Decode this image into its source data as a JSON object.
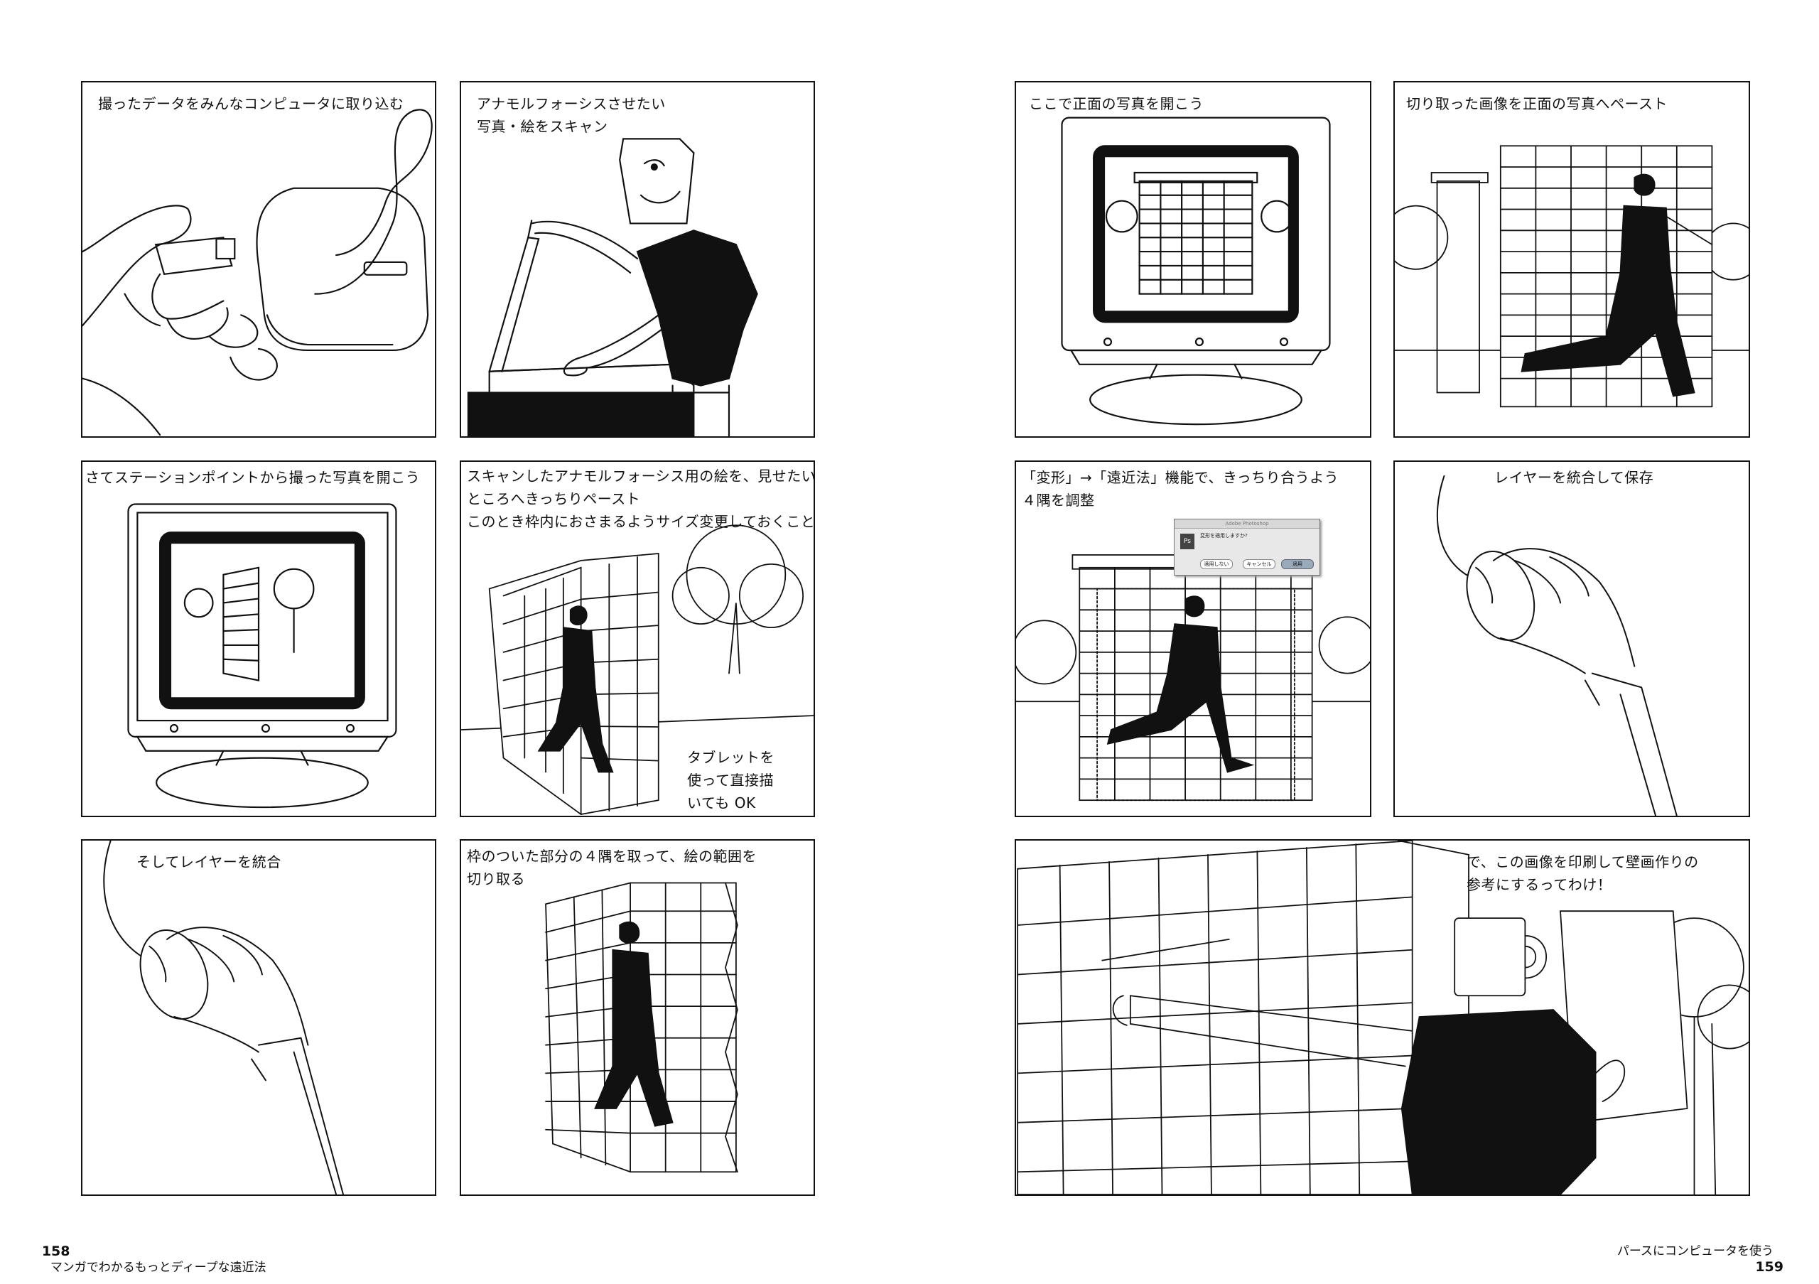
{
  "left_page": {
    "page_number": "158",
    "running_title": "マンガでわかるもっとディープな遠近法"
  },
  "right_page": {
    "page_number": "159",
    "running_title": "パースにコンピュータを使う"
  },
  "panels": [
    {
      "id": "p1",
      "caption": "撮ったデータをみんなコンピュータに取り込む"
    },
    {
      "id": "p2",
      "caption": "アナモルフォーシスさせたい\n写真・絵をスキャン"
    },
    {
      "id": "p3",
      "caption": "さてステーションポイントから撮った写真を開こう"
    },
    {
      "id": "p4",
      "caption": "スキャンしたアナモルフォーシス用の絵を、見せたい\nところへきっちりペースト\nこのとき枠内におさまるようサイズ変更しておくこと",
      "note": "タブレットを\n使って直接描\nいても OK"
    },
    {
      "id": "p5",
      "caption": "そしてレイヤーを統合"
    },
    {
      "id": "p6",
      "caption": "枠のついた部分の４隅を取って、絵の範囲を\n切り取る"
    },
    {
      "id": "p7",
      "caption": "ここで正面の写真を開こう"
    },
    {
      "id": "p8",
      "caption": "切り取った画像を正面の写真へペースト"
    },
    {
      "id": "p9",
      "caption": "「変形」→「遠近法」機能で、きっちり合うよう\n４隅を調整",
      "dialog": {
        "title": "Adobe Photoshop",
        "message": "変形を適用しますか?",
        "buttons": [
          "適用しない",
          "キャンセル",
          "適用"
        ]
      }
    },
    {
      "id": "p10",
      "caption": "レイヤーを統合して保存"
    },
    {
      "id": "p11",
      "caption": "で、この画像を印刷して壁画作りの\n参考にするってわけ！"
    }
  ]
}
